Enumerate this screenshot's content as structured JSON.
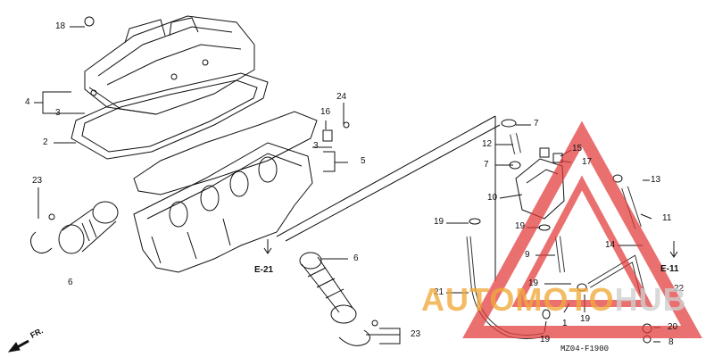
{
  "callouts": [
    "18",
    "4",
    "3",
    "2",
    "3",
    "5",
    "24",
    "16",
    "23",
    "6",
    "6",
    "23",
    "7",
    "12",
    "15",
    "7",
    "17",
    "10",
    "13",
    "19",
    "11",
    "19",
    "9",
    "14",
    "E-11",
    "19",
    "22",
    "21",
    "1",
    "19",
    "20",
    "19",
    "8",
    "E-21"
  ],
  "fr_label": "FR.",
  "diagram_code": "MZ04-F1900",
  "watermark": {
    "part1": "AUTOMOTO",
    "part2": "HUB",
    "color_primary": "#f2a93b",
    "color_secondary": "#d4d4d4",
    "triangle_color": "#e23a3a"
  }
}
